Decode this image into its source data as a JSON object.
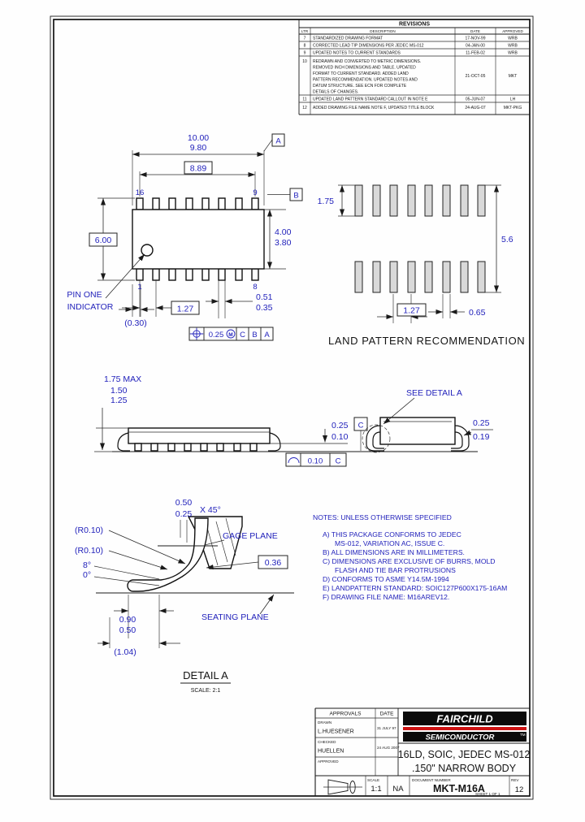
{
  "revisions": {
    "title": "REVISIONS",
    "headers": {
      "ltr": "LTR",
      "description": "DESCRIPTION",
      "date": "DATE",
      "approved": "APPROVED"
    },
    "rows": [
      {
        "ltr": "7",
        "desc": [
          "STANDARDIZED DRAWING FORMAT"
        ],
        "date": "17-NOV-99",
        "appr": "WRB"
      },
      {
        "ltr": "8",
        "desc": [
          "CORRECTED LEAD TIP DIMENSIONS PER JEDEC MS-012"
        ],
        "date": "04-JAN-00",
        "appr": "WRB"
      },
      {
        "ltr": "9",
        "desc": [
          "UPDATED NOTES TO CURRENT STANDARDS"
        ],
        "date": "11-FEB-02",
        "appr": "WRB"
      },
      {
        "ltr": "10",
        "desc": [
          "REDRAWN AND CONVERTED TO METRIC DIMENSIONS.",
          "REMOVED INCH DIMENSIONS AND TABLE. UPDATED",
          "FORMAT TO CURRENT STANDARD. ADDED LAND",
          "PATTERN RECOMMENDATION. UPDATED NOTES AND",
          "DATUM STRUCTURE. SEE ECN FOR COMPLETE",
          "DETAILS OF CHANGES."
        ],
        "date": "21-OCT-05",
        "appr": "MKT"
      },
      {
        "ltr": "11",
        "desc": [
          "UPDATED LAND PATTERN STANDARD CALLOUT IN NOTE E"
        ],
        "date": "05-JUN-07",
        "appr": "LH"
      },
      {
        "ltr": "12",
        "desc": [
          "ADDED DRAWING FILE NAME NOTE F, UPDATED TITLE BLOCK"
        ],
        "date": "24-AUG-07",
        "appr": "MKT-PKG"
      }
    ]
  },
  "top_view": {
    "dim_width_max": "10.00",
    "dim_width_min": "9.80",
    "dim_span": "8.89",
    "pin_16": "16",
    "pin_9": "9",
    "pin_1": "1",
    "pin_8": "8",
    "datum_a": "A",
    "datum_b": "B",
    "dim_height": "6.00",
    "dim_body_max": "4.00",
    "dim_body_min": "3.80",
    "dim_pitch": "1.27",
    "dim_lead_w_max": "0.51",
    "dim_lead_w_min": "0.35",
    "dim_ref": "(0.30)",
    "fcf_tol": "0.25",
    "fcf_mod": "M",
    "fcf_d1": "C",
    "fcf_d2": "B",
    "fcf_d3": "A",
    "pin_one_label_1": "PIN ONE",
    "pin_one_label_2": "INDICATOR"
  },
  "land_pattern": {
    "dim_pad_h": "1.75",
    "dim_span": "5.6",
    "dim_pitch": "1.27",
    "dim_pad_w": "0.65",
    "caption": "LAND PATTERN RECOMMENDATION"
  },
  "side_view": {
    "dim_h_max": "1.75 MAX",
    "dim_h1": "1.50",
    "dim_h2": "1.25",
    "dim_standoff_max": "0.25",
    "dim_standoff_min": "0.10",
    "datum_c": "C",
    "fcf_tol": "0.10",
    "fcf_datum": "C",
    "see_detail": "SEE DETAIL A",
    "dim_lead_t_max": "0.25",
    "dim_lead_t_min": "0.19"
  },
  "detail_a": {
    "dim_chamfer_max": "0.50",
    "dim_chamfer_min": "0.25",
    "chamfer_angle": "X 45°",
    "radius_1": "(R0.10)",
    "radius_2": "(R0.10)",
    "angle_max": "8°",
    "angle_min": "0°",
    "gage_plane": "GAGE PLANE",
    "dim_c": "0.36",
    "seating_plane": "SEATING PLANE",
    "dim_foot_max": "0.90",
    "dim_foot_min": "0.50",
    "dim_ref": "(1.04)",
    "label": "DETAIL A",
    "scale": "SCALE: 2:1"
  },
  "notes": {
    "title": "NOTES: UNLESS OTHERWISE SPECIFIED",
    "lines": [
      "A)  THIS PACKAGE CONFORMS TO JEDEC",
      "MS-012, VARIATION AC, ISSUE C.",
      "B)  ALL DIMENSIONS ARE IN MILLIMETERS.",
      "C)  DIMENSIONS ARE EXCLUSIVE OF  BURRS, MOLD",
      "FLASH AND TIE BAR PROTRUSIONS",
      "D)  CONFORMS TO ASME Y14.5M-1994",
      "E)  LANDPATTERN STANDARD: SOIC127P600X175-16AM",
      "F)  DRAWING FILE NAME: M16AREV12."
    ]
  },
  "title_block": {
    "approvals": "APPROVALS",
    "date_header": "DATE",
    "drawn_label": "DRAWN",
    "drawn_name": "L.HUESENER",
    "drawn_date": "31 JULY 97",
    "checked_label": "CHECKED",
    "checked_name": "HUELLEN",
    "checked_date": "24 AUG 2007",
    "approved_label": "APPROVED",
    "brand": "FAIRCHILD",
    "brand_sub": "SEMICONDUCTOR",
    "brand_tm": "TM",
    "title_line1": "16LD, SOIC, JEDEC MS-012",
    "title_line2": ".150\" NARROW BODY",
    "scale_label": "SCALE",
    "scale": "1:1",
    "na": "NA",
    "doc_label": "DOCUMENT NUMBER",
    "doc_number": "MKT-M16A",
    "rev_label": "REV",
    "rev": "12",
    "sheet": "SHEET  1 OF 1"
  },
  "colors": {
    "dim_blue": "#2222bb",
    "line": "#1a1a1a",
    "logo_red": "#cc1111"
  }
}
